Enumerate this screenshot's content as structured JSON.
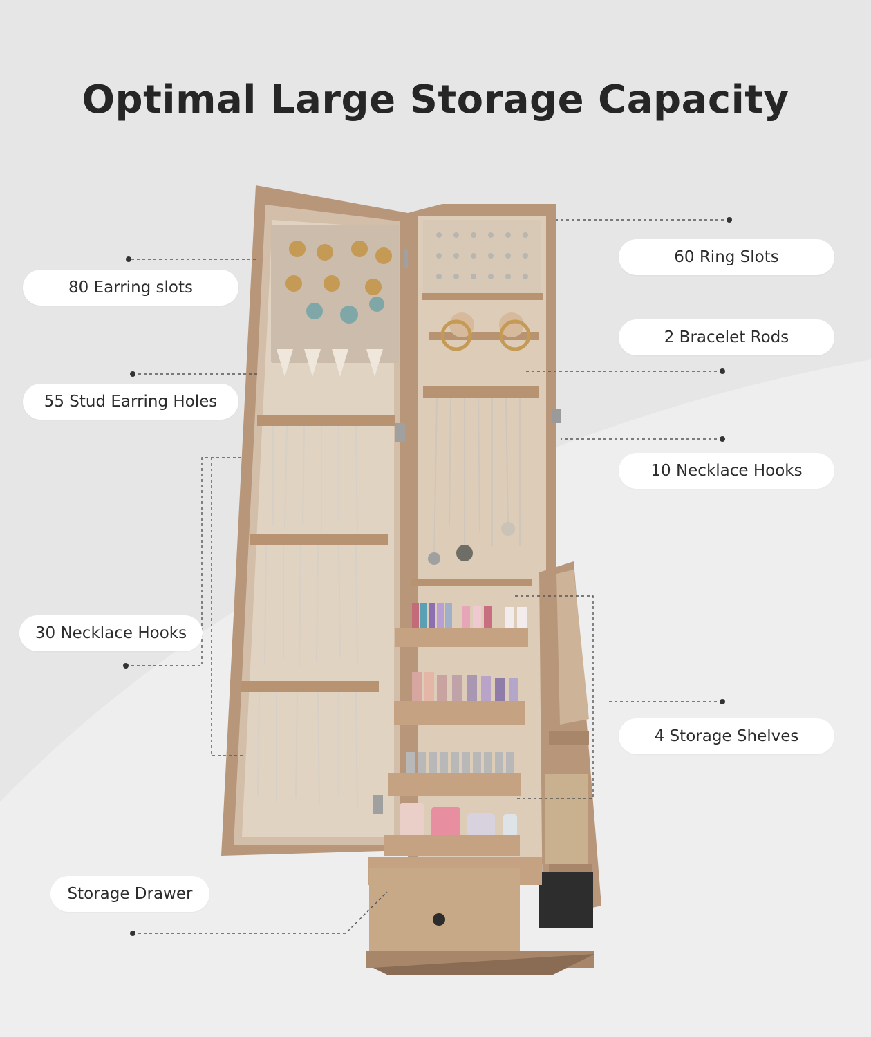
{
  "page": {
    "title": "Optimal Large Storage Capacity",
    "background_color": "#e6e6e6",
    "accent_color": "#ffffff"
  },
  "callouts": {
    "left": [
      {
        "label": "80 Earring slots"
      },
      {
        "label": "55 Stud Earring Holes"
      },
      {
        "label": "30 Necklace Hooks"
      },
      {
        "label": "Storage Drawer"
      }
    ],
    "right": [
      {
        "label": "60 Ring Slots"
      },
      {
        "label": "2 Bracelet Rods"
      },
      {
        "label": "10 Necklace Hooks"
      },
      {
        "label": "4 Storage Shelves"
      }
    ]
  },
  "product": {
    "image_icon": "jewelry-armoire-illustration",
    "wood_color": "#c9ab8c",
    "lining_color": "#dccbb8"
  }
}
